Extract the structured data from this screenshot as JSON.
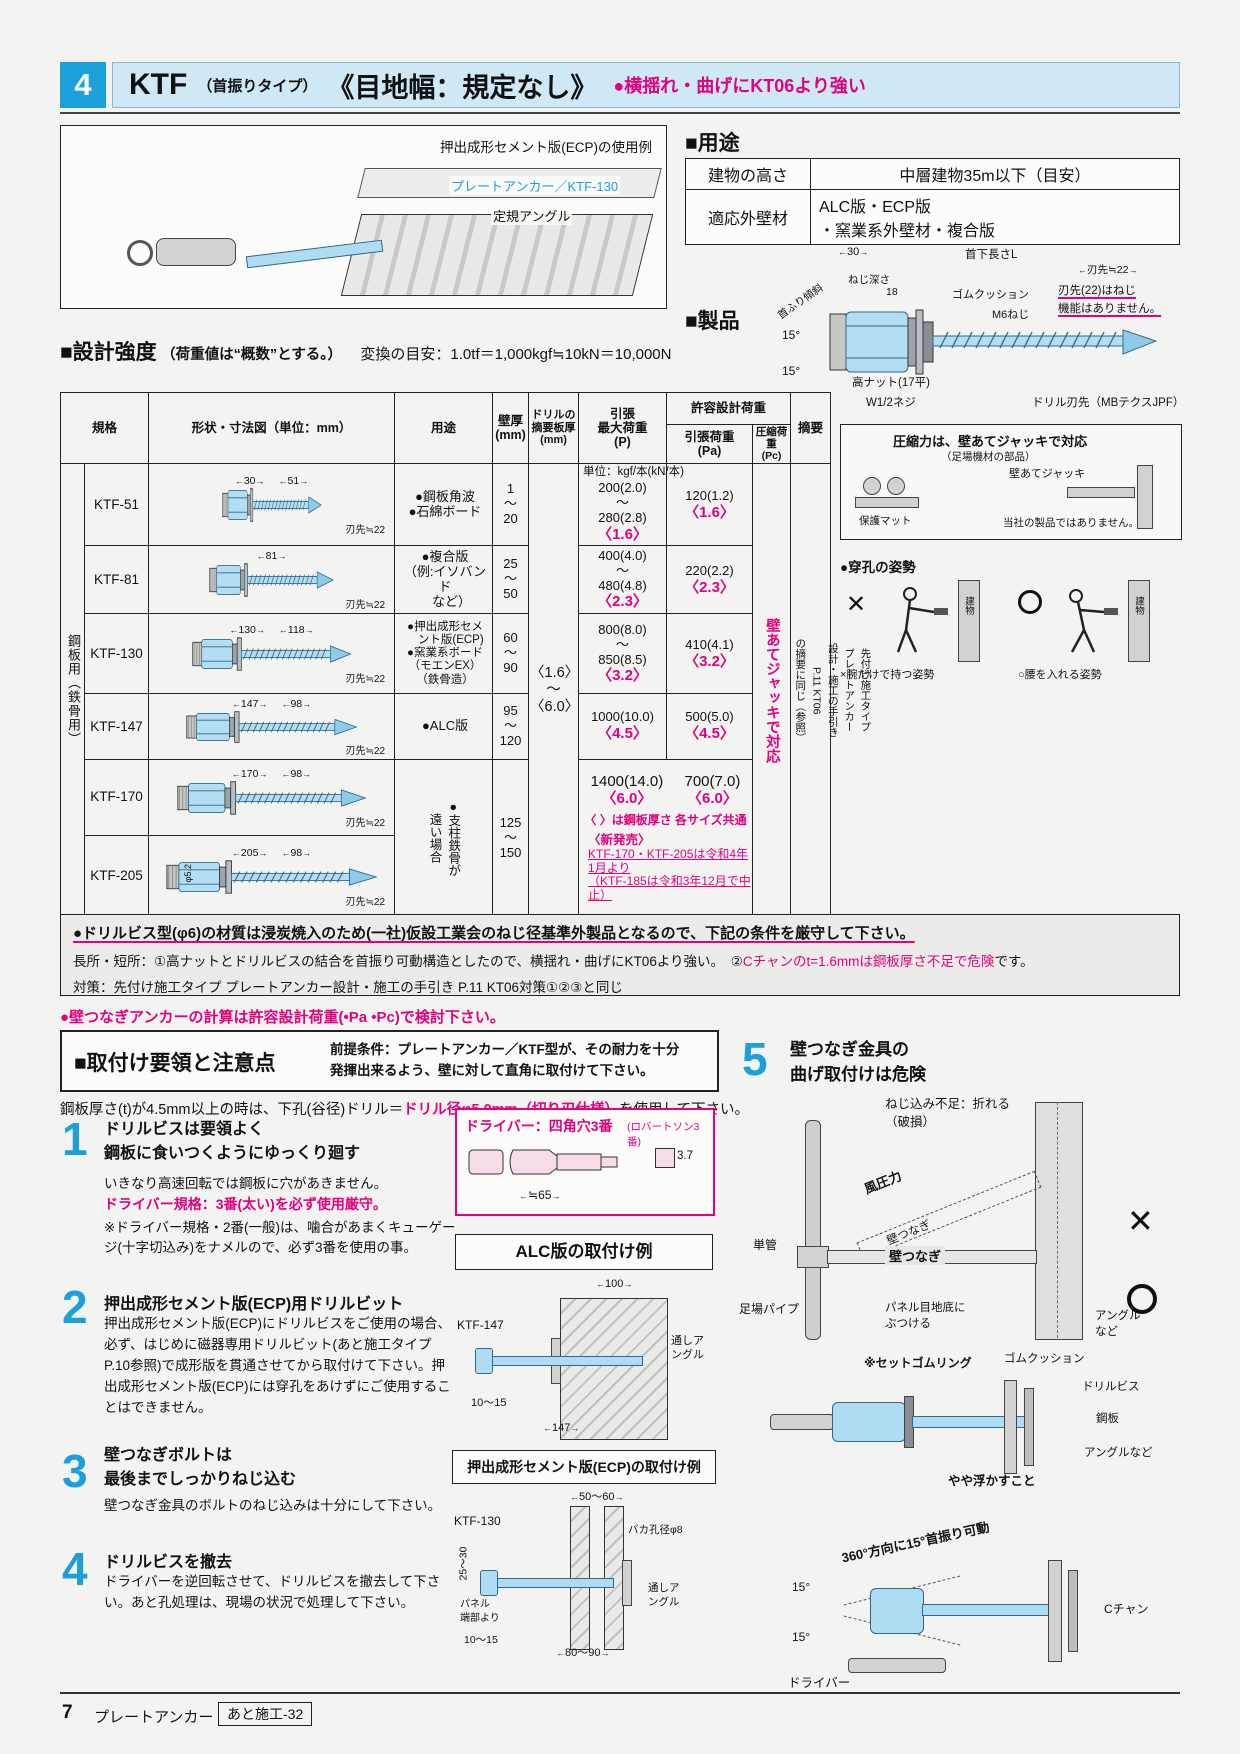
{
  "header": {
    "num": "4",
    "title": "KTF",
    "type_note": "（首振りタイプ）",
    "joint": "《目地幅：規定なし》",
    "strength_note": "●横揺れ・曲げにKT06より強い"
  },
  "usage_example": {
    "caption": "押出成形セメント版(ECP)の使用例",
    "anchor_label": "プレートアンカー／KTF-130",
    "angle_label": "定規アングル"
  },
  "yoto": {
    "heading": "■用途",
    "row1_label": "建物の高さ",
    "row1_value": "中層建物35m以下（目安）",
    "row2_label": "適応外壁材",
    "row2_value": "ALC版・ECP版\n・窯業系外壁材・複合版"
  },
  "seihin": {
    "heading": "■製品",
    "dim30": "30",
    "neck": "首下長さL",
    "blade": "刃先≒22",
    "depth": "ねじ深さ",
    "depth_val": "18",
    "tilt": "首ふり傾斜",
    "deg1": "15°",
    "deg2": "15°",
    "rubber": "ゴムクッション",
    "m6": "M6ねじ",
    "blade_note": "刃先(22)はねじ\n機能はありません。",
    "drill_tip": "ドリル刃先（MBテクスJPF）",
    "nut": "高ナット(17平)",
    "w12": "W1/2ネジ"
  },
  "sekkei": {
    "heading": "■設計強度",
    "sub": "（荷重値は“概数”とする。）",
    "conv": "変換の目安：1.0tf＝1,000kgf≒10kN＝10,000N"
  },
  "table": {
    "h_kikaku": "規格",
    "h_shape": "形状・寸法図（単位：mm）",
    "h_use": "用途",
    "h_wall": "壁厚\n(mm)",
    "h_drill": "ドリルの\n摘要板厚\n(mm)",
    "h_p": "引張\n最大荷重\n(P)",
    "h_kyoyo": "許容設計荷重",
    "h_pa": "引張荷重\n(Pa)",
    "h_pc": "圧縮荷重\n(Pc)",
    "h_tekiyo": "摘要",
    "rail": "鋼板用（鉄骨用）",
    "unit": "単位：kgf/本(kN/本)",
    "drill_span": "〈1.6〉\n～\n〈6.0〉",
    "pc_span": "壁あてジャッキで対応",
    "tekiyo_span": "先付け施工タイプ\nプレートアンカー\n設計・施工の手引き\nP.11 KT06\nの摘要に同じ（参照）",
    "rows": [
      {
        "model": "KTF-51",
        "dim1": "30",
        "dim2": "51",
        "blade": "刃先≒22",
        "use": "●鋼板角波\n●石綿ボード",
        "wall": "1\n～\n20",
        "p": "200(2.0)\n～\n280(2.8)",
        "pt": "〈1.6〉",
        "pa": "120(1.2)",
        "pat": "〈1.6〉"
      },
      {
        "model": "KTF-81",
        "dim1": "81",
        "dim2": "",
        "blade": "刃先≒22",
        "use": "●複合版\n（例:イソバンド\n　など）",
        "wall": "25\n～\n50",
        "p": "400(4.0)\n～\n480(4.8)",
        "pt": "〈2.3〉",
        "pa": "220(2.2)",
        "pat": "〈2.3〉"
      },
      {
        "model": "KTF-130",
        "dim1": "130",
        "dim2": "118",
        "blade": "刃先≒22",
        "use": "●押出成形セメ\n　ント版(ECP)\n●窯業系ボード\n（モエンEX）\n（鉄骨造）",
        "wall": "60\n～\n90",
        "p": "800(8.0)\n～\n850(8.5)",
        "pt": "〈3.2〉",
        "pa": "410(4.1)",
        "pat": "〈3.2〉"
      },
      {
        "model": "KTF-147",
        "dim1": "147",
        "dim2": "98",
        "blade": "刃先≒22",
        "use": "●ALC版",
        "wall": "95\n～\n120",
        "p": "1000(10.0)",
        "pt": "〈4.5〉",
        "pa": "500(5.0)",
        "pat": "〈4.5〉"
      },
      {
        "model": "KTF-170",
        "dim1": "170",
        "dim2": "98",
        "blade": "刃先≒22"
      },
      {
        "model": "KTF-205",
        "dim1": "205",
        "dim2": "98",
        "blade": "刃先≒22",
        "shaft_dia": "φ5.2"
      }
    ],
    "last": {
      "use": "●支柱鉄骨が\n遠い場合",
      "wall": "125\n～\n150",
      "p": "1400(14.0)",
      "pt": "〈6.0〉",
      "pa": "700(7.0)",
      "pat": "〈6.0〉",
      "size_note": "〈 〉は鋼板厚さ 各サイズ共通",
      "new_tag": "〈新発売〉",
      "new_line1": "KTF-170・KTF-205は令和4年1月より",
      "new_line2": "（KTF-185は令和3年12月で中止）"
    }
  },
  "notes": {
    "line1": "●ドリルビス型(φ6)の材質は浸炭焼入のため(一社)仮設工業会のねじ径基準外製品となるので、下記の条件を厳守して下さい。",
    "line2_a": "長所・短所：①高ナットとドリルビスの結合を首振り可動構造としたので、横揺れ・曲げにKT06より強い。　②",
    "line2_b": "Cチャンのt=1.6mmは鋼板厚さ不足で危険",
    "line2_c": "です。",
    "line3": "対策：先付け施工タイプ プレートアンカー設計・施工の手引き P.11 KT06対策①②③と同じ",
    "calc": "●壁つなぎアンカーの計算は許容設計荷重(•Pa •Pc)で検討下さい。"
  },
  "mount": {
    "heading": "■取付け要領と注意点",
    "premise": "前提条件：プレートアンカー／KTF型が、その耐力を十分\n発揮出来るよう、壁に対して直角に取付けて下さい。",
    "drill_a": "鋼板厚さ(t)が4.5mm以上の時は、下孔(谷径)ドリル＝",
    "drill_b": "ドリル径φ5.0mm（切り刃仕様）",
    "drill_c": "を使用して下さい。"
  },
  "steps": {
    "s1": {
      "num": "1",
      "title": "ドリルビスは要領よく\n鋼板に食いつくようにゆっくり廻す",
      "body1": "いきなり高速回転では鋼板に穴があきません。",
      "body2": "ドライバー規格：3番(太い)を必ず使用厳守。",
      "body3": "※ドライバー規格・2番(一般)は、噛合があまくキューゲージ(十字切込み)をナメルので、必ず3番を使用の事。"
    },
    "s2": {
      "num": "2",
      "title": "押出成形セメント版(ECP)用ドリルビット",
      "body": "押出成形セメント版(ECP)にドリルビスをご使用の場合、必ず、はじめに磁器専用ドリルビット(あと施工タイプP.10参照)で成形版を貫通させてから取付けて下さい。押出成形セメント版(ECP)には穿孔をあけずにご使用することはできません。"
    },
    "s3": {
      "num": "3",
      "title": "壁つなぎボルトは\n最後までしっかりねじ込む",
      "body": "壁つなぎ金具のボルトのねじ込みは十分にして下さい。"
    },
    "s4": {
      "num": "4",
      "title": "ドリルビスを撤去",
      "body": "ドライバーを逆回転させて、ドリルビスを撤去して下さい。あと孔処理は、現場の状況で処理して下さい。"
    },
    "s5": {
      "num": "5",
      "title": "壁つなぎ金具の\n曲げ取付けは危険"
    }
  },
  "driver_box": {
    "title": "ドライバー：四角穴3番",
    "title_small": "(ロバートソン3番)",
    "len": "≒65",
    "sq": "3.7"
  },
  "alc": {
    "title": "ALC版の取付け例",
    "model": "KTF-147",
    "d100": "100",
    "angle": "通しアングル",
    "d1015": "10～15",
    "d147": "147"
  },
  "ecp": {
    "title": "押出成形セメント版(ECP)の取付け例",
    "model": "KTF-130",
    "d5060": "50～60",
    "hole": "バカ孔径φ8",
    "d2530": "25～30",
    "edge": "パネル\n端部より",
    "d1015": "10～15",
    "angle": "通しアングル",
    "d8090": "80～90"
  },
  "press_box": {
    "title": "圧縮力は、壁あてジャッキで対応",
    "title_small": "（足場機材の部品）",
    "jack": "壁あてジャッキ",
    "mat": "保護マット",
    "note": "当社の製品ではありません。"
  },
  "posture": {
    "heading": "●穿孔の姿勢",
    "bad_mark": "✕",
    "good_caption": "○腰を入れる姿勢",
    "bad_caption": "×腕だけで持つ姿勢",
    "building1": "建物",
    "building2": "建物"
  },
  "diag5": {
    "break_note": "ねじ込み不足：折れる\n（破損）",
    "wind": "風圧力",
    "tie1": "壁つなぎ",
    "tankan": "単管",
    "tie2": "壁つなぎ",
    "pipe": "足場パイプ",
    "panel": "パネル目地底に\nぶつける",
    "angle": "アングル\nなど",
    "bad": "✕"
  },
  "diag_rubber": {
    "ring": "※セットゴムリング",
    "rubber": "ゴムクッション",
    "bis": "ドリルビス",
    "plate": "鋼板",
    "angle": "アングルなど",
    "float": "やや浮かすこと"
  },
  "diag_rotate": {
    "note": "360°方向に15°首振り可動",
    "deg1": "15°",
    "deg2": "15°",
    "cchan": "Cチャン",
    "driver": "ドライバー"
  },
  "footer": {
    "page": "7",
    "product": "プレートアンカー",
    "code": "あと施工-32"
  }
}
